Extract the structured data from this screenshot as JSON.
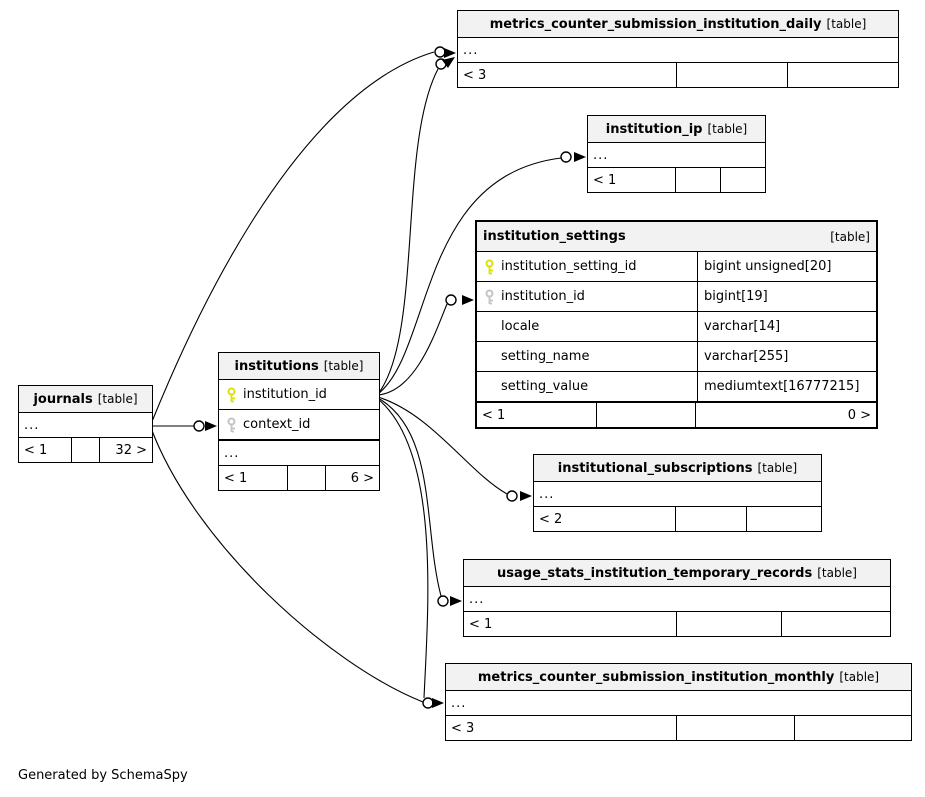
{
  "footer_note": "Generated by SchemaSpy",
  "colors": {
    "primary_key_icon": "#dfdf00",
    "foreign_key_icon": "#c4c4c4",
    "header_bg": "#f2f2f2",
    "line": "#000000",
    "table_bg": "#ffffff"
  },
  "tables": {
    "metrics_daily": {
      "name": "metrics_counter_submission_institution_daily",
      "type_label": "[table]",
      "ellipsis": "...",
      "footer": [
        "< 3",
        "",
        ""
      ]
    },
    "institution_ip": {
      "name": "institution_ip",
      "type_label": "[table]",
      "ellipsis": "...",
      "footer": [
        "< 1",
        "",
        ""
      ]
    },
    "institution_settings": {
      "name": "institution_settings",
      "type_label": "[table]",
      "columns": [
        {
          "icon": "primary-key",
          "name": "institution_setting_id",
          "type": "bigint unsigned[20]"
        },
        {
          "icon": "foreign-key",
          "name": "institution_id",
          "type": "bigint[19]"
        },
        {
          "icon": "",
          "name": "locale",
          "type": "varchar[14]"
        },
        {
          "icon": "",
          "name": "setting_name",
          "type": "varchar[255]"
        },
        {
          "icon": "",
          "name": "setting_value",
          "type": "mediumtext[16777215]"
        }
      ],
      "footer": [
        "< 1",
        "",
        "0 >"
      ]
    },
    "institutions": {
      "name": "institutions",
      "type_label": "[table]",
      "columns": [
        {
          "icon": "primary-key",
          "name": "institution_id"
        },
        {
          "icon": "foreign-key",
          "name": "context_id"
        }
      ],
      "ellipsis": "...",
      "footer": [
        "< 1",
        "",
        "6 >"
      ]
    },
    "journals": {
      "name": "journals",
      "type_label": "[table]",
      "ellipsis": "...",
      "footer": [
        "< 1",
        "",
        "32 >"
      ]
    },
    "institutional_subscriptions": {
      "name": "institutional_subscriptions",
      "type_label": "[table]",
      "ellipsis": "...",
      "footer": [
        "< 2",
        "",
        ""
      ]
    },
    "usage_stats": {
      "name": "usage_stats_institution_temporary_records",
      "type_label": "[table]",
      "ellipsis": "...",
      "footer": [
        "< 1",
        "",
        ""
      ]
    },
    "metrics_monthly": {
      "name": "metrics_counter_submission_institution_monthly",
      "type_label": "[table]",
      "ellipsis": "...",
      "footer": [
        "< 3",
        "",
        ""
      ]
    }
  }
}
